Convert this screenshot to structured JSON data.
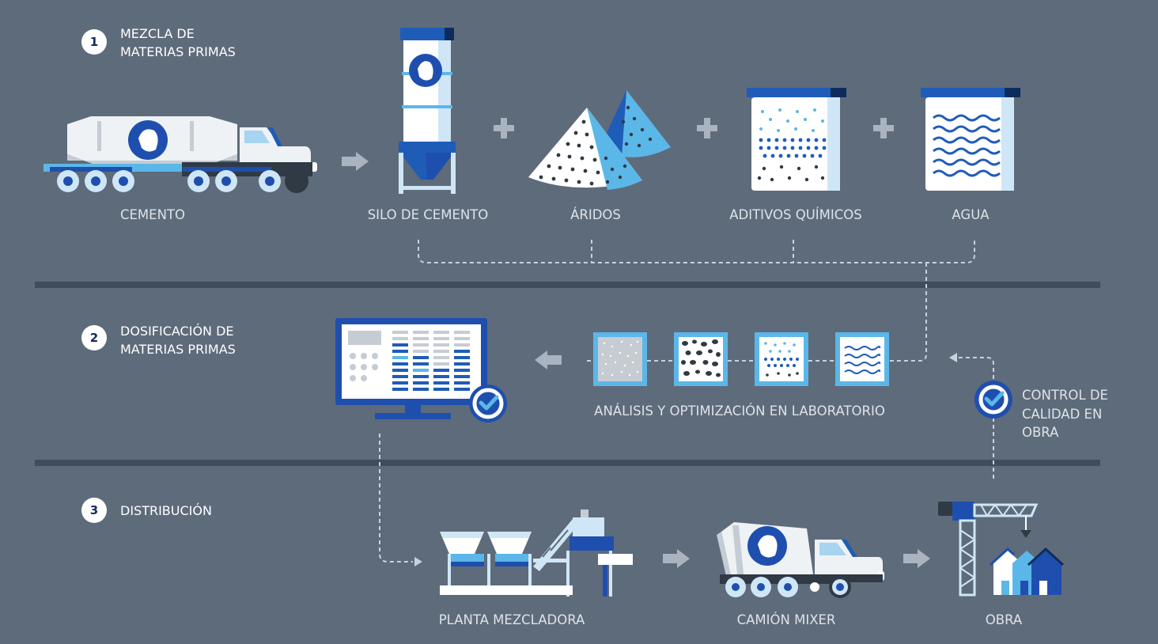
{
  "sections": [
    {
      "number": "1",
      "title": "MEZCLA DE\nMATERIAS PRIMAS"
    },
    {
      "number": "2",
      "title": "DOSIFICACIÓN DE\nMATERIAS PRIMAS"
    },
    {
      "number": "3",
      "title": "DISTRIBUCIÓN"
    }
  ],
  "materials": {
    "cemento": "CEMENTO",
    "silo": "SILO DE CEMENTO",
    "aridos": "ÁRIDOS",
    "aditivos": "ADITIVOS QUÍMICOS",
    "agua": "AGUA"
  },
  "lab": {
    "label": "ANÁLISIS Y OPTIMIZACIÓN EN LABORATORIO"
  },
  "quality": {
    "label": "CONTROL DE\nCALIDAD EN\nOBRA"
  },
  "distribution": {
    "planta": "PLANTA MEZCLADORA",
    "camion": "CAMIÓN MIXER",
    "obra": "OBRA"
  },
  "colors": {
    "background": "#5e6b7b",
    "navy": "#0d2c5e",
    "blue": "#1f5cb8",
    "light_blue": "#5bb7e8",
    "pale_blue": "#cfe6f7",
    "divider": "#3f4d5d"
  }
}
